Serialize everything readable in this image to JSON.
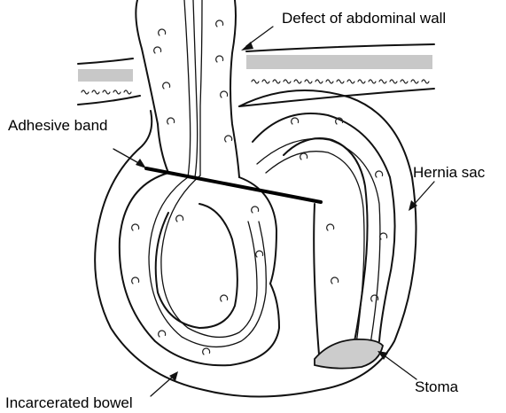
{
  "labels": {
    "defect": "Defect of abdominal wall",
    "adhesive_band": "Adhesive band",
    "hernia_sac": "Hernia sac",
    "stoma": "Stoma",
    "incarcerated_bowel": "Incarcerated bowel"
  },
  "colors": {
    "ink": "#111111",
    "wall_gray": "#c8c8c8",
    "stoma_fill": "#cccccc",
    "background": "#ffffff"
  }
}
